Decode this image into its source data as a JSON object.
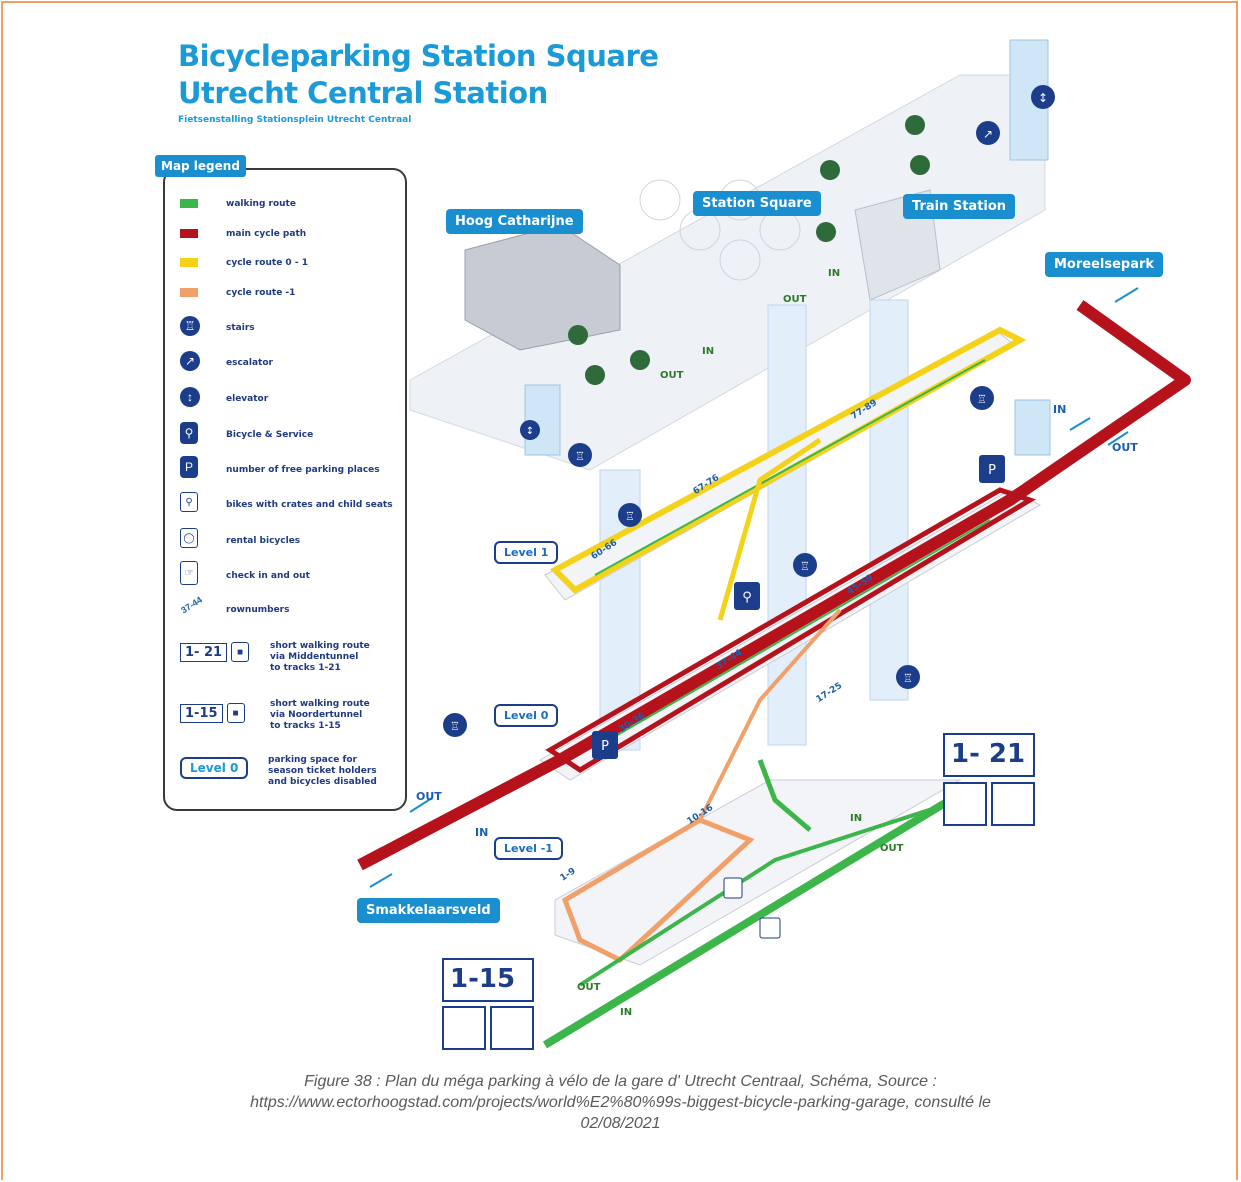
{
  "title_line1": "Bicycleparking Station Square",
  "title_line2": "Utrecht Central Station",
  "subtitle": "Fietsenstalling Stationsplein Utrecht Centraal",
  "legend": {
    "title": "Map legend",
    "items": [
      {
        "label": "walking route",
        "icon": "green-swatch",
        "color": "#3cb54a"
      },
      {
        "label": "main cycle path",
        "icon": "red-swatch",
        "color": "#b5121b"
      },
      {
        "label": "cycle route 0 - 1",
        "icon": "yellow-swatch",
        "color": "#f5d21a"
      },
      {
        "label": "cycle route -1",
        "icon": "orange-swatch",
        "color": "#f2a06a"
      },
      {
        "label": "stairs",
        "icon": "stairs-icon"
      },
      {
        "label": "escalator",
        "icon": "escalator-icon"
      },
      {
        "label": "elevator",
        "icon": "elevator-icon"
      },
      {
        "label": "Bicycle & Service",
        "icon": "bicycle-service-icon"
      },
      {
        "label": "number of free parking places",
        "icon": "parking-icon"
      },
      {
        "label": "bikes with crates and child seats",
        "icon": "crate-bike-icon"
      },
      {
        "label": "rental bicycles",
        "icon": "rental-bike-icon"
      },
      {
        "label": "check in and out",
        "icon": "check-in-icon"
      },
      {
        "label": "rownumbers",
        "icon": "rownumbers-icon",
        "sample": "37-44"
      }
    ],
    "track_1_21": {
      "tracks": "1- 21",
      "line1": "short walking route",
      "line2": "via Middentunnel",
      "line3": "to tracks 1-21"
    },
    "track_1_15": {
      "tracks": "1-15",
      "line1": "short walking route",
      "line2": "via Noordertunnel",
      "line3": "to tracks 1-15"
    },
    "level0": {
      "label": "Level 0",
      "line1": "parking space for",
      "line2": "season ticket holders",
      "line3": "and bicycles disabled"
    }
  },
  "places": {
    "hoog_catharijne": "Hoog Catharijne",
    "station_square": "Station Square",
    "train_station": "Train Station",
    "moreelsepark": "Moreelsepark",
    "smakkelaarsveld": "Smakkelaarsveld"
  },
  "levels": {
    "level1": "Level 1",
    "level0": "Level 0",
    "level_minus1": "Level -1"
  },
  "rows": [
    "60-66",
    "67-76",
    "77-89",
    "45-59",
    "37-44",
    "30-36",
    "17-25",
    "10-16",
    "1-9"
  ],
  "directions": {
    "in": "IN",
    "out": "OUT"
  },
  "track_signs": {
    "sign_1_21": "1- 21",
    "sign_1_15": "1-15"
  },
  "colors": {
    "accent_blue": "#1a8fd0",
    "navy": "#1b3d8a",
    "walking_green": "#3cb54a",
    "cycle_red": "#b5121b",
    "cycle_yellow": "#f5d21a",
    "cycle_orange": "#f2a06a",
    "frame_orange": "#f0a060"
  },
  "caption": {
    "line1": "Figure 38 : Plan du méga parking à vélo de la gare d' Utrecht Centraal, Schéma, Source :",
    "line2": "https://www.ectorhoogstad.com/projects/world%E2%80%99s-biggest-bicycle-parking-garage, consulté le",
    "line3": "02/08/2021"
  }
}
